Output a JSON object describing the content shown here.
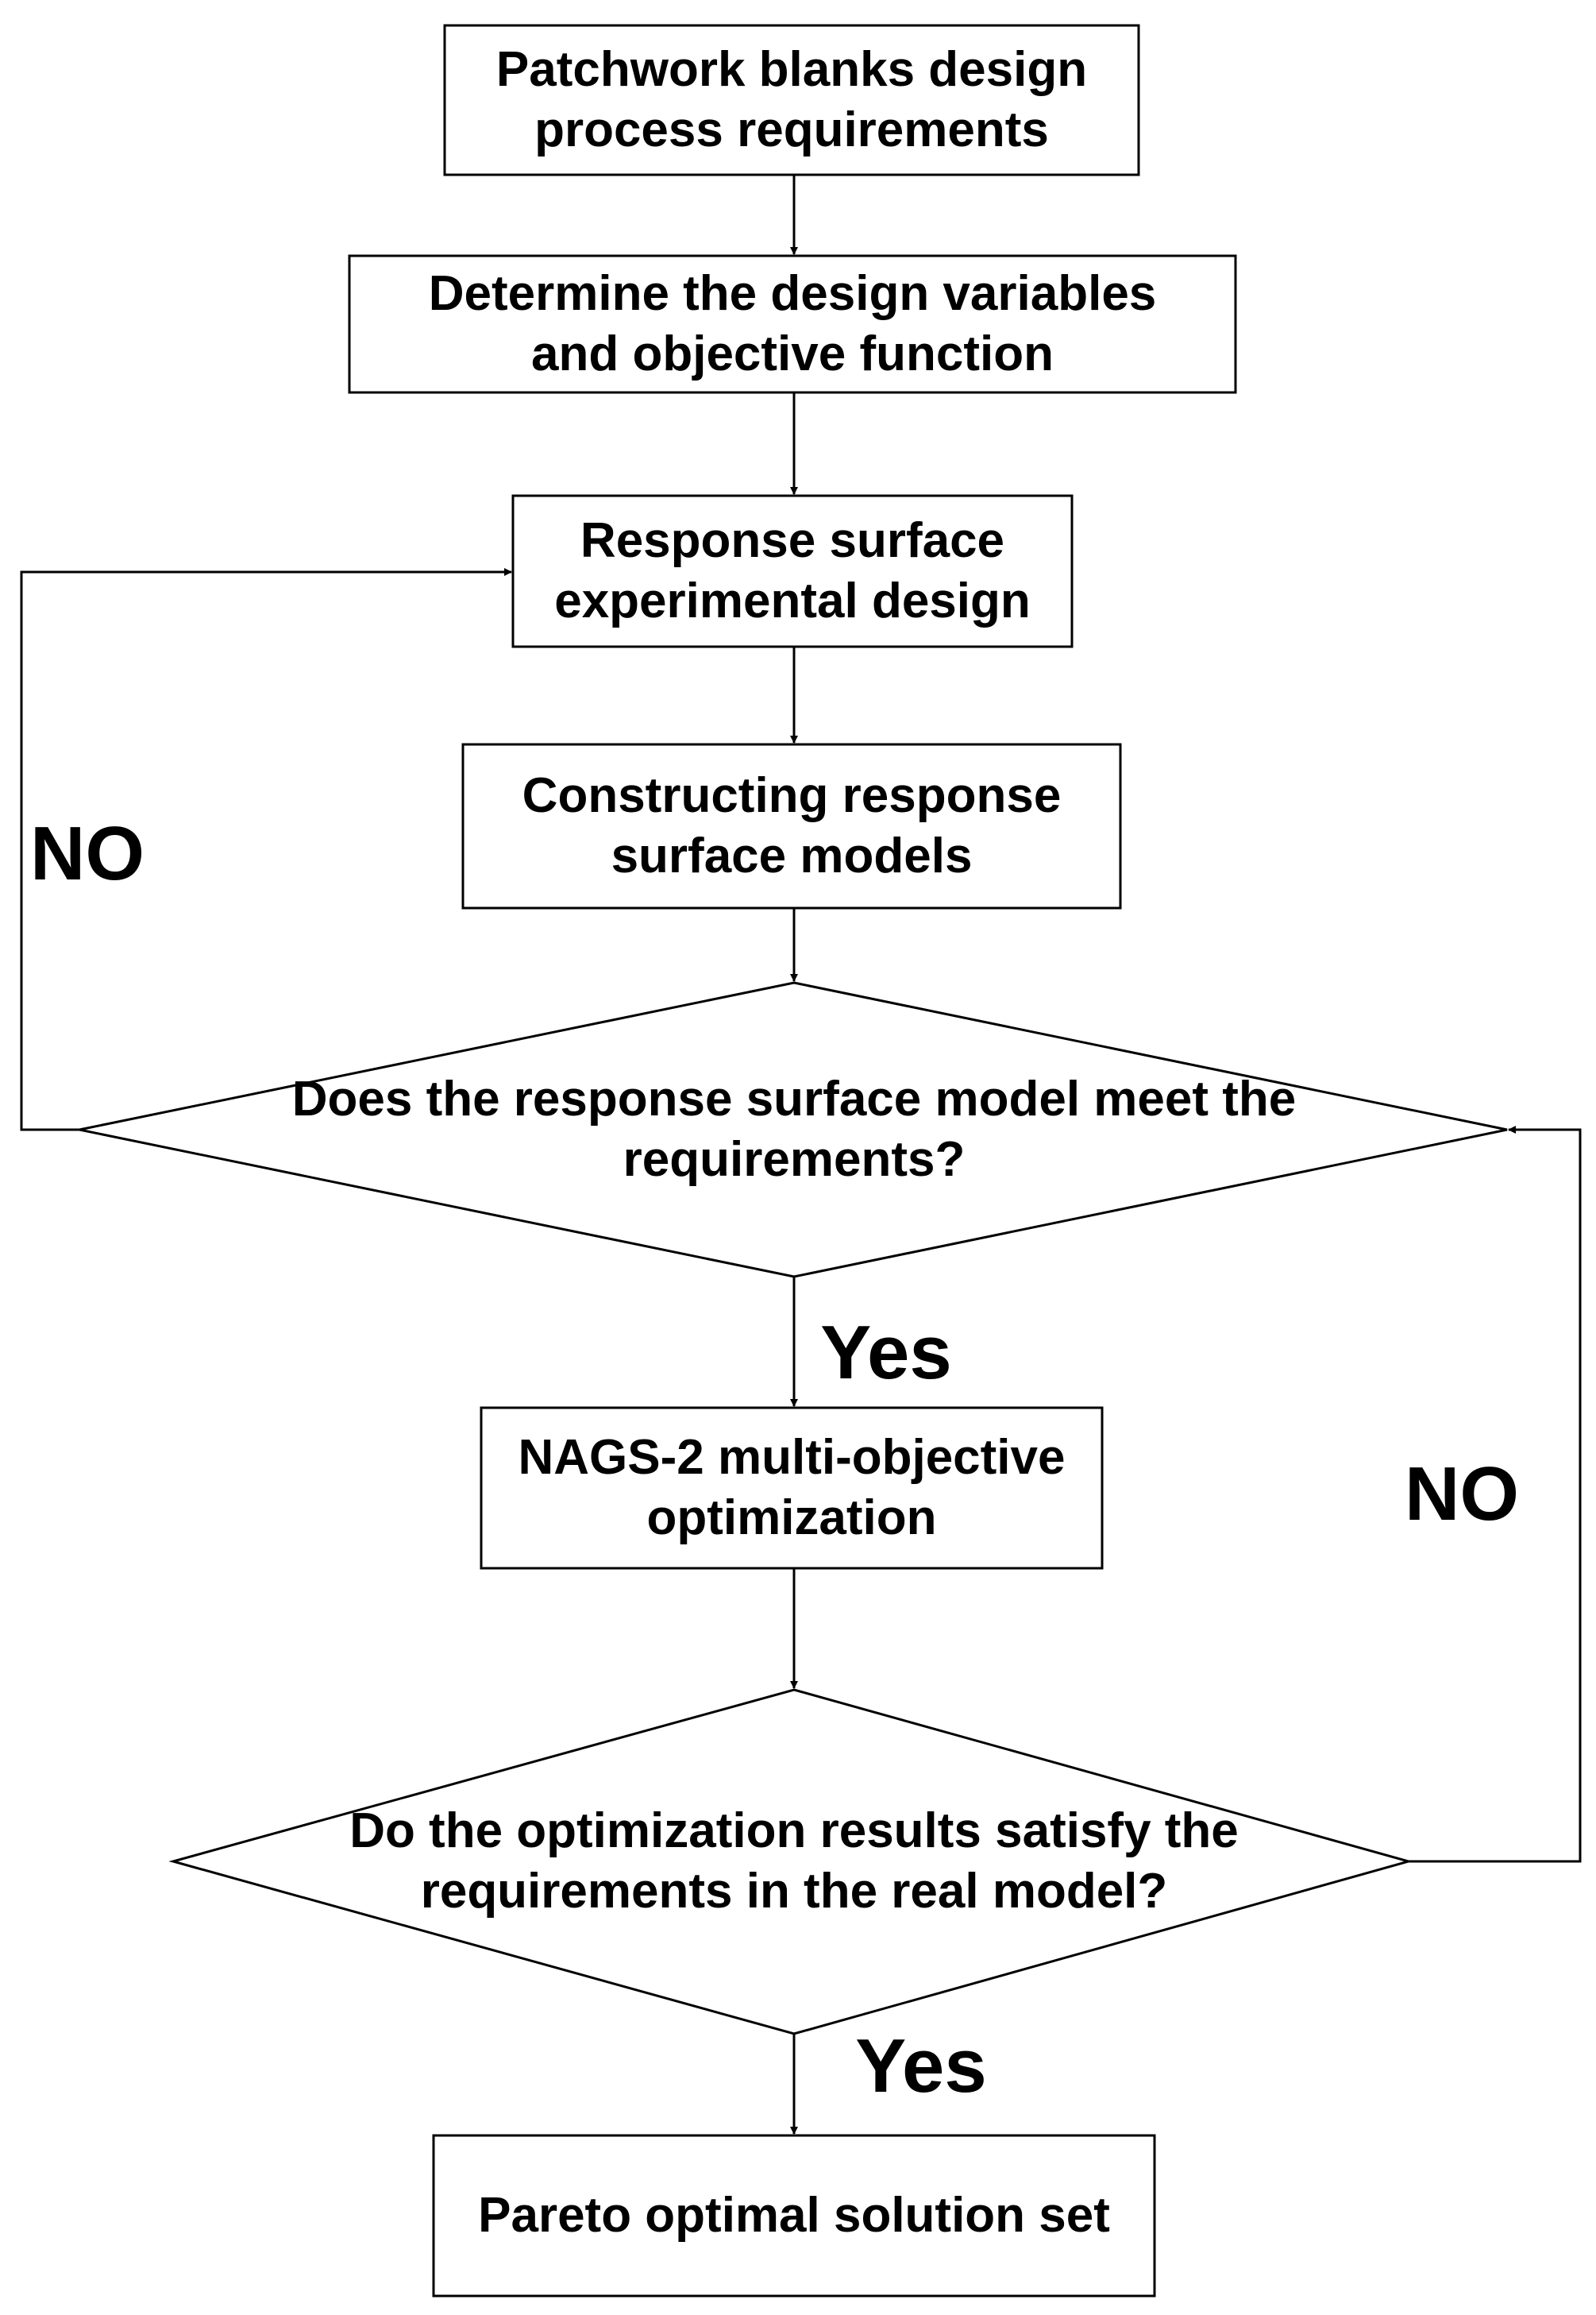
{
  "diagram": {
    "nodes": {
      "start": "Patchwork blanks design\nprocess requirements",
      "variables": "Determine the design variables\nand objective function",
      "rs_design": "Response surface\nexperimental design",
      "rs_models": "Constructing response\nsurface models",
      "decision_model": "Does the response surface model meet the\nrequirements?",
      "nags": "NAGS-2 multi-objective\noptimization",
      "decision_real": "Do the optimization results satisfy the\nrequirements in the real model?",
      "pareto": "Pareto optimal solution set"
    },
    "edge_labels": {
      "no_left": "NO",
      "no_right": "NO",
      "yes_1": "Yes",
      "yes_2": "Yes"
    }
  }
}
